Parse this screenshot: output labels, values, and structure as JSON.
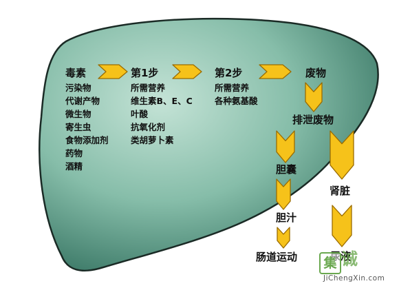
{
  "colors": {
    "liver_light": "#c4e3d6",
    "liver_mid": "#86bda9",
    "liver_dark": "#3f7c6a",
    "liver_outline": "#1a2a25",
    "arrow_fill": "#f6c21a",
    "arrow_outline": "#9a6b00",
    "watermark_green": "#6aa84f",
    "watermark_orange": "#e08a1e"
  },
  "nodes": {
    "toxins": {
      "title": "毒素",
      "items": [
        "污染物",
        "代谢产物",
        "微生物",
        "寄生虫",
        "食物添加剂",
        "药物",
        "酒精"
      ]
    },
    "step1": {
      "title": "第1步",
      "items": [
        "所需营养",
        "维生素B、E、C",
        "叶酸",
        "抗氧化剂",
        "类胡萝卜素"
      ]
    },
    "step2": {
      "title": "第2步",
      "items": [
        "所需营养",
        "各种氨基酸"
      ]
    },
    "waste": {
      "title": "废物"
    },
    "excrete": {
      "title": "排泄废物"
    },
    "gallbladder": {
      "title": "胆囊"
    },
    "bile": {
      "title": "胆汁"
    },
    "bowel": {
      "title": "肠道运动"
    },
    "kidney": {
      "title": "肾脏"
    },
    "urine": {
      "title": "尿液"
    }
  },
  "arrows": [
    {
      "id": "toxins-to-step1",
      "from": "toxins",
      "to": "step1",
      "direction": "right"
    },
    {
      "id": "step1-to-step2",
      "from": "step1",
      "to": "step2",
      "direction": "right"
    },
    {
      "id": "step2-to-waste",
      "from": "step2",
      "to": "waste",
      "direction": "right"
    },
    {
      "id": "waste-to-excrete",
      "from": "waste",
      "to": "excrete",
      "direction": "down"
    },
    {
      "id": "excrete-to-gallbladder",
      "from": "excrete",
      "to": "gallbladder",
      "direction": "down"
    },
    {
      "id": "excrete-to-kidney",
      "from": "excrete",
      "to": "kidney",
      "direction": "down"
    },
    {
      "id": "gallbladder-to-bile",
      "from": "gallbladder",
      "to": "bile",
      "direction": "down"
    },
    {
      "id": "bile-to-bowel",
      "from": "bile",
      "to": "bowel",
      "direction": "down"
    },
    {
      "id": "kidney-to-urine",
      "from": "kidney",
      "to": "urine",
      "direction": "down"
    }
  ],
  "watermark": {
    "glyph": "集",
    "text": "诚",
    "url": "JiChengXin.com"
  }
}
